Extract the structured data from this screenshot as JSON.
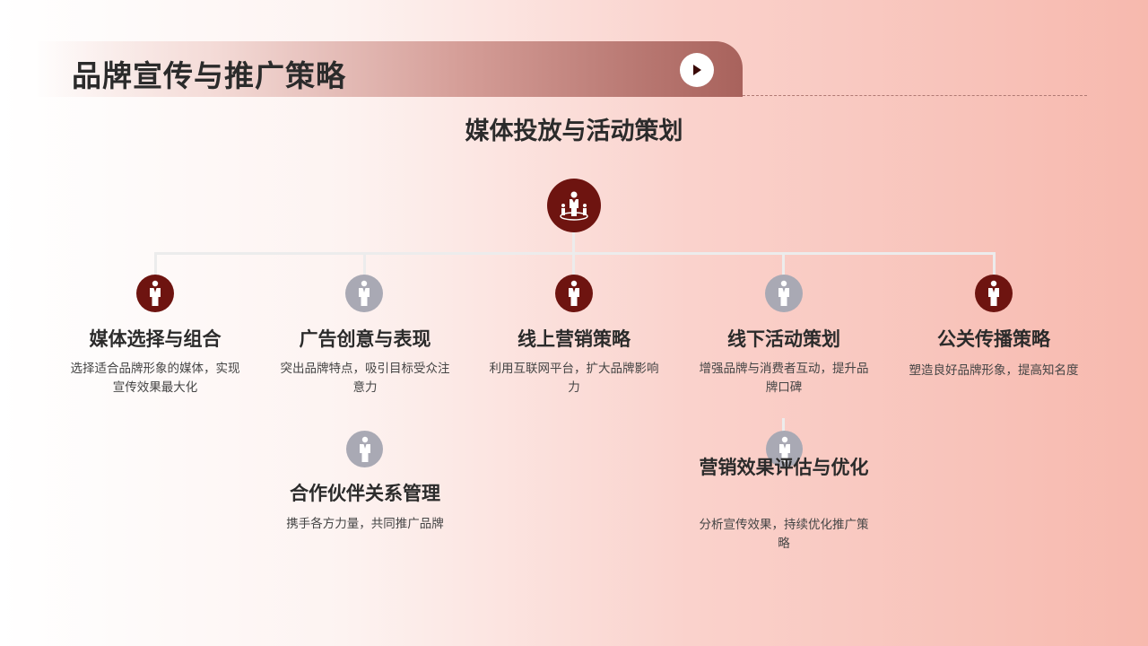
{
  "header": {
    "title": "品牌宣传与推广策略"
  },
  "diagram": {
    "root": {
      "title": "媒体投放与活动策划",
      "icon": "people-network-icon"
    },
    "nodes": [
      {
        "title": "媒体选择与组合",
        "desc": "选择适合品牌形象的媒体，实现宣传效果最大化",
        "icon": "person-icon",
        "style": "dark"
      },
      {
        "title": "广告创意与表现",
        "desc": "突出品牌特点，吸引目标受众注意力",
        "icon": "person-icon",
        "style": "gray"
      },
      {
        "title": "线上营销策略",
        "desc": "利用互联网平台，扩大品牌影响力",
        "icon": "person-icon",
        "style": "dark"
      },
      {
        "title": "线下活动策划",
        "desc": "增强品牌与消费者互动，提升品牌口碑",
        "icon": "person-icon",
        "style": "gray"
      },
      {
        "title": "公关传播策略",
        "desc": "塑造良好品牌形象，提高知名度",
        "icon": "person-icon",
        "style": "dark"
      }
    ],
    "subnodes": [
      {
        "title": "合作伙伴关系管理",
        "desc": "携手各方力量，共同推广品牌",
        "icon": "person-icon",
        "style": "gray"
      },
      {
        "title": "营销效果评估与优化",
        "desc": "分析宣传效果，持续优化推广策略",
        "icon": "person-icon",
        "style": "gray"
      }
    ]
  },
  "colors": {
    "dark": "#6e1410",
    "gray": "#a9a9b4",
    "title_text": "#2b2b2b"
  }
}
